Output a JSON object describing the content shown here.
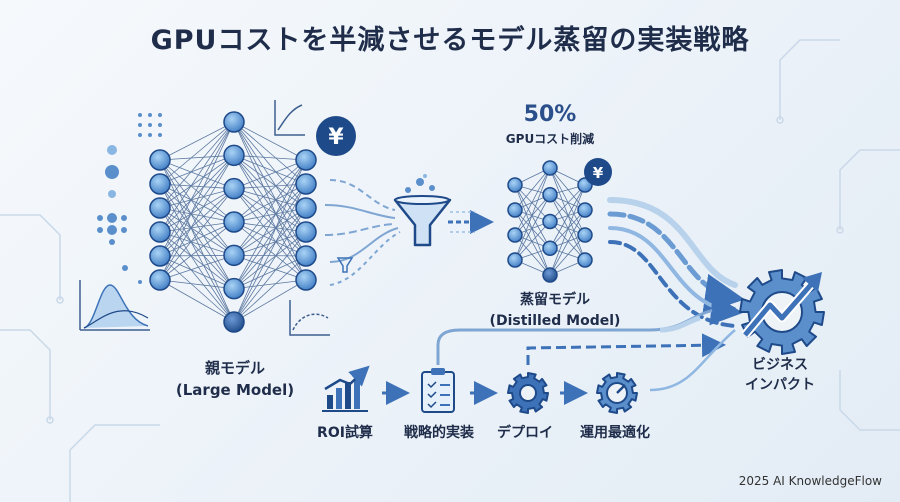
{
  "title": "GPUコストを半減させるモデル蒸留の実装戦略",
  "large_model": {
    "label_ja": "親モデル",
    "label_en": "(Large Model)"
  },
  "distilled_model": {
    "label_ja": "蒸留モデル",
    "label_en": "(Distilled Model)"
  },
  "savings": {
    "value": "50%",
    "label": "GPUコスト削減"
  },
  "impact": {
    "line1": "ビジネス",
    "line2": "インパクト"
  },
  "steps": [
    "ROI試算",
    "戦略的実装",
    "デプロイ",
    "運用最適化"
  ],
  "footer": "2025 AI KnowledgeFlow",
  "icons": {
    "yen_symbol": "¥",
    "names": [
      "yen-icon",
      "funnel-icon",
      "chart-icon",
      "checklist-icon",
      "gear-icon",
      "gauge-gear-icon",
      "impact-gear-icon"
    ]
  },
  "colors": {
    "dark": "#1f4a8a",
    "mid": "#3d72b8",
    "light": "#7fb2e5",
    "text": "#1f2d4a"
  }
}
